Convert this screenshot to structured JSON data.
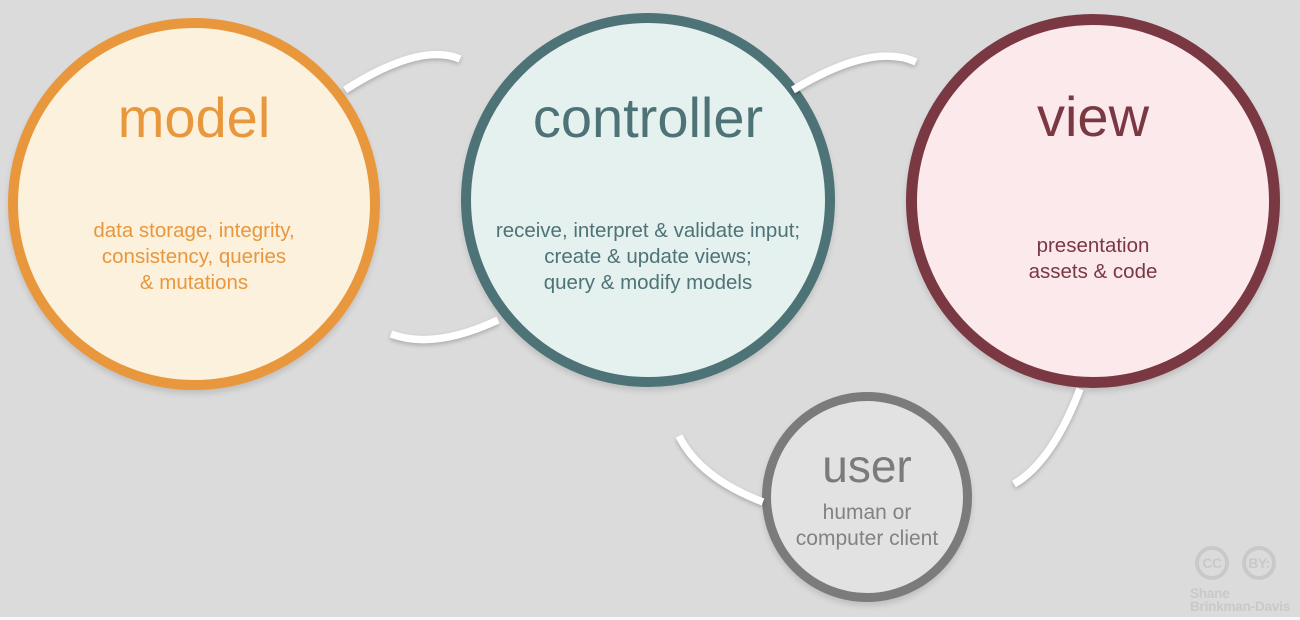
{
  "background_color": "#dbdbdb",
  "arrow_color": "#ffffff",
  "nodes": {
    "model": {
      "title": "model",
      "lines": [
        "data storage, integrity,",
        "consistency, queries",
        "& mutations"
      ],
      "accent_color": "#e8973d",
      "fill_color": "#fbf1dc"
    },
    "controller": {
      "title": "controller",
      "lines": [
        "receive, interpret & validate input;",
        "create & update views;",
        "query & modify models"
      ],
      "accent_color": "#4e7377",
      "fill_color": "#e5f1ef"
    },
    "view": {
      "title": "view",
      "lines": [
        "presentation",
        "assets & code"
      ],
      "accent_color": "#7a3843",
      "fill_color": "#fbe9ec"
    },
    "user": {
      "title": "user",
      "lines": [
        "human or",
        "computer client"
      ],
      "accent_color": "#7b7b7b",
      "fill_color": "#e2e2e2"
    }
  },
  "arrows": [
    {
      "from": "model",
      "to": "controller"
    },
    {
      "from": "controller",
      "to": "view"
    },
    {
      "from": "controller",
      "to": "model"
    },
    {
      "from": "view",
      "to": "user"
    },
    {
      "from": "user",
      "to": "controller"
    }
  ],
  "attribution": {
    "cc_label": "CC",
    "by_label": "BY:",
    "name_line1": "Shane",
    "name_line2": "Brinkman-Davis",
    "color": "#c9c9c9"
  }
}
